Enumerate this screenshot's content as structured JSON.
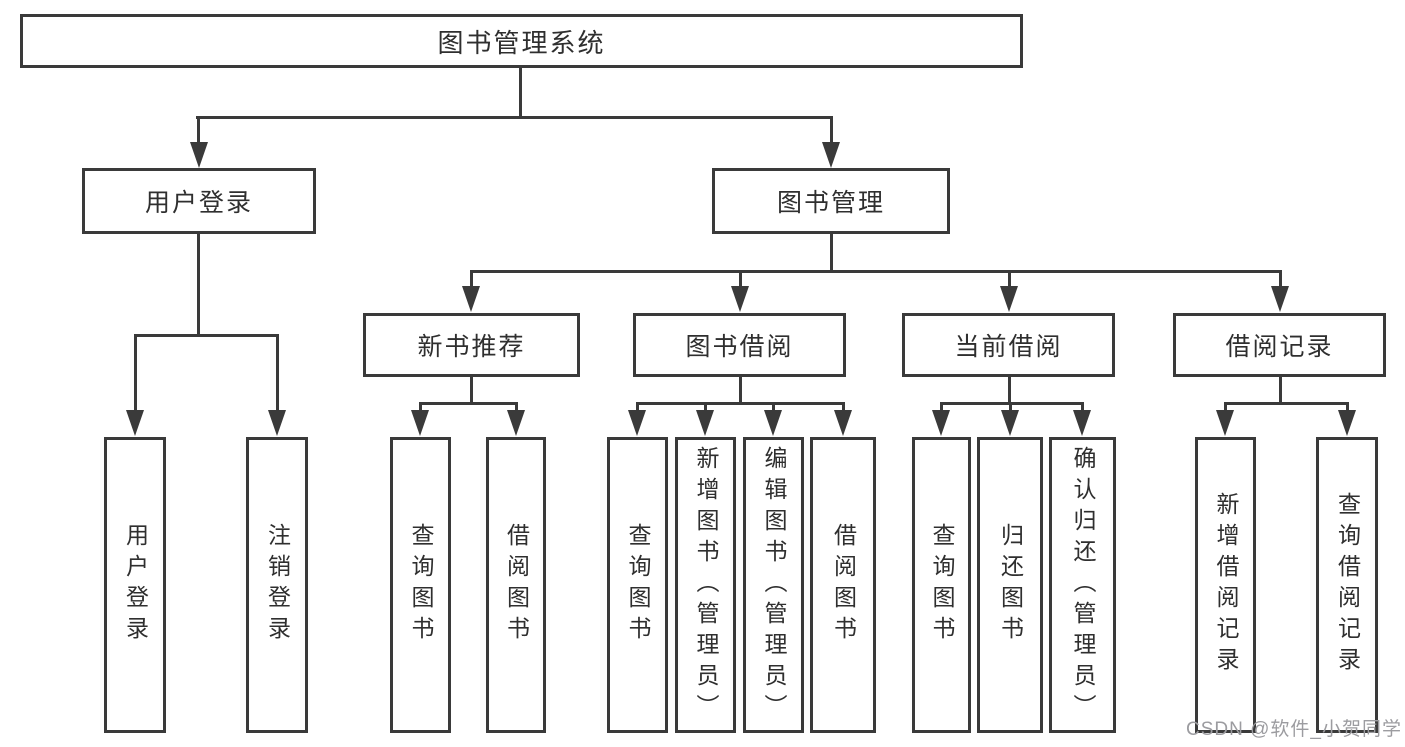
{
  "tree": {
    "label": "图书管理系统",
    "children": [
      {
        "label": "用户登录",
        "children": [
          {
            "label": "用户登录"
          },
          {
            "label": "注销登录"
          }
        ]
      },
      {
        "label": "图书管理",
        "children": [
          {
            "label": "新书推荐",
            "children": [
              {
                "label": "查询图书"
              },
              {
                "label": "借阅图书"
              }
            ]
          },
          {
            "label": "图书借阅",
            "children": [
              {
                "label": "查询图书"
              },
              {
                "label": "新增图书（管理员）"
              },
              {
                "label": "编辑图书（管理员）"
              },
              {
                "label": "借阅图书"
              }
            ]
          },
          {
            "label": "当前借阅",
            "children": [
              {
                "label": "查询图书"
              },
              {
                "label": "归还图书"
              },
              {
                "label": "确认归还（管理员）"
              }
            ]
          },
          {
            "label": "借阅记录",
            "children": [
              {
                "label": "新增借阅记录"
              },
              {
                "label": "查询借阅记录"
              }
            ]
          }
        ]
      }
    ]
  },
  "watermark": {
    "text": "CSDN @软件_小贺同学"
  },
  "colors": {
    "line": "#3a3a3a",
    "text": "#2f2f2f",
    "background": "#ffffff",
    "watermark": "#9c9ca0"
  }
}
